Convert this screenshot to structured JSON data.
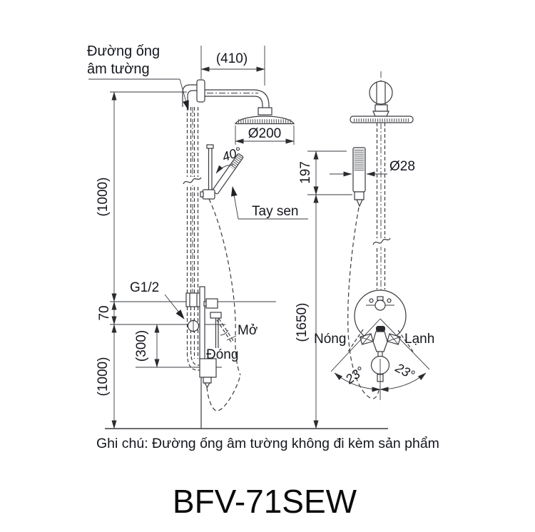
{
  "title": {
    "model": "BFV-71SEW"
  },
  "note": "Ghi chú: Đường ống âm tường không đi kèm sản phẩm",
  "labels": {
    "wall_pipe_line1": "Đường ống",
    "wall_pipe_line2": "âm tường",
    "hand_shower": "Tay sen",
    "thread_size": "G1/2",
    "open": "Mở",
    "close": "Đóng",
    "hot": "Nóng",
    "cold": "Lạnh"
  },
  "dimensions": {
    "arm_reach": "(410)",
    "head_diameter": "Ø200",
    "hand_shower_angle": "40°",
    "upper_height": "(1000)",
    "valve_inlet_offset": "70",
    "outlet_drop": "(300)",
    "lower_height": "(1000)",
    "hand_shower_length": "197",
    "hand_shower_diameter": "Ø28",
    "overall_height": "(1650)",
    "lever_swing_left": "23°",
    "lever_swing_right": "23°"
  }
}
